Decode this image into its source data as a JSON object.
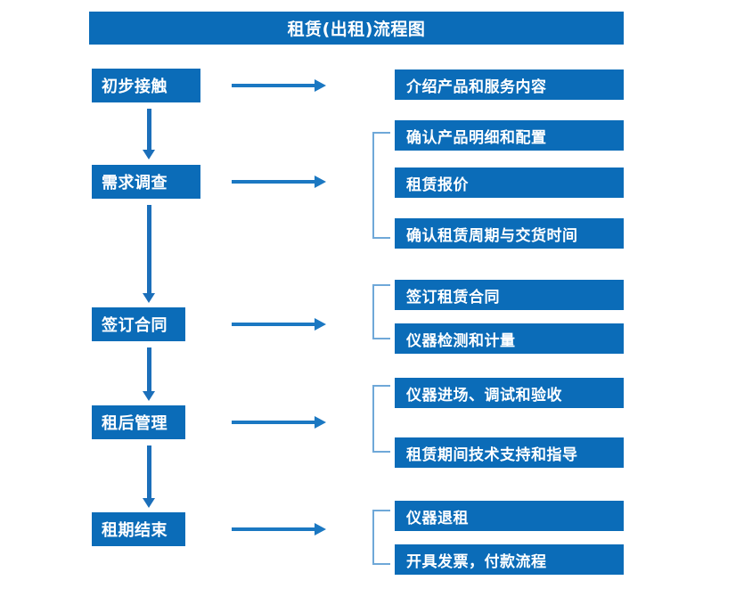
{
  "diagram": {
    "title": "租赁(出租)流程图",
    "colors": {
      "box_blue": "#0B6CB8",
      "arrow_blue": "#1B78C2",
      "bracket_blue": "#6FA8D8",
      "text_white": "#FFFFFF",
      "background": "#FFFFFF"
    },
    "stages": [
      {
        "label": "初步接触"
      },
      {
        "label": "需求调查"
      },
      {
        "label": "签订合同"
      },
      {
        "label": "租后管理"
      },
      {
        "label": "租期结束"
      }
    ],
    "detail_groups": [
      {
        "items": [
          "介绍产品和服务内容"
        ]
      },
      {
        "items": [
          "确认产品明细和配置",
          "租赁报价",
          "确认租赁周期与交货时间"
        ]
      },
      {
        "items": [
          "签订租赁合同",
          "仪器检测和计量"
        ]
      },
      {
        "items": [
          "仪器进场、调试和验收",
          "租赁期间技术支持和指导"
        ]
      },
      {
        "items": [
          "仪器退租",
          "开具发票，付款流程"
        ]
      }
    ],
    "connectors": {
      "horizontal_arrow": "right-arrow-icon",
      "vertical_arrow": "down-arrow-icon",
      "group_bracket": "bracket-icon"
    }
  }
}
